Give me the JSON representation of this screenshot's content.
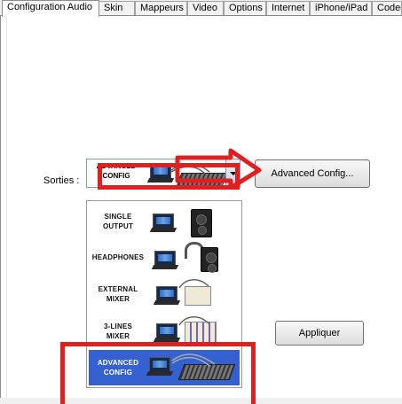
{
  "tabs": [
    {
      "label": "Configuration Audio",
      "active": true
    },
    {
      "label": "Skin"
    },
    {
      "label": "Mappeurs"
    },
    {
      "label": "Video"
    },
    {
      "label": "Options"
    },
    {
      "label": "Internet"
    },
    {
      "label": "iPhone/iPad"
    },
    {
      "label": "Codec"
    }
  ],
  "outputs": {
    "label": "Sorties :",
    "selected": "ADVANCED\nCONFIG",
    "advanced_button": "Advanced Config...",
    "options": [
      {
        "label": "SINGLE\nOUTPUT",
        "icon": "laptop-speaker-icon"
      },
      {
        "label": "HEADPHONES",
        "icon": "laptop-headphones-icon"
      },
      {
        "label": "EXTERNAL\nMIXER",
        "icon": "laptop-external-mixer-icon"
      },
      {
        "label": "3-LINES\nMIXER",
        "icon": "laptop-3lines-mixer-icon"
      },
      {
        "label": "ADVANCED\nCONFIG",
        "icon": "laptop-advanced-mixer-icon",
        "selected": true
      }
    ]
  },
  "apply_button": "Appliquer",
  "colors": {
    "highlight": "#3460d0",
    "annotation": "#e02020"
  }
}
